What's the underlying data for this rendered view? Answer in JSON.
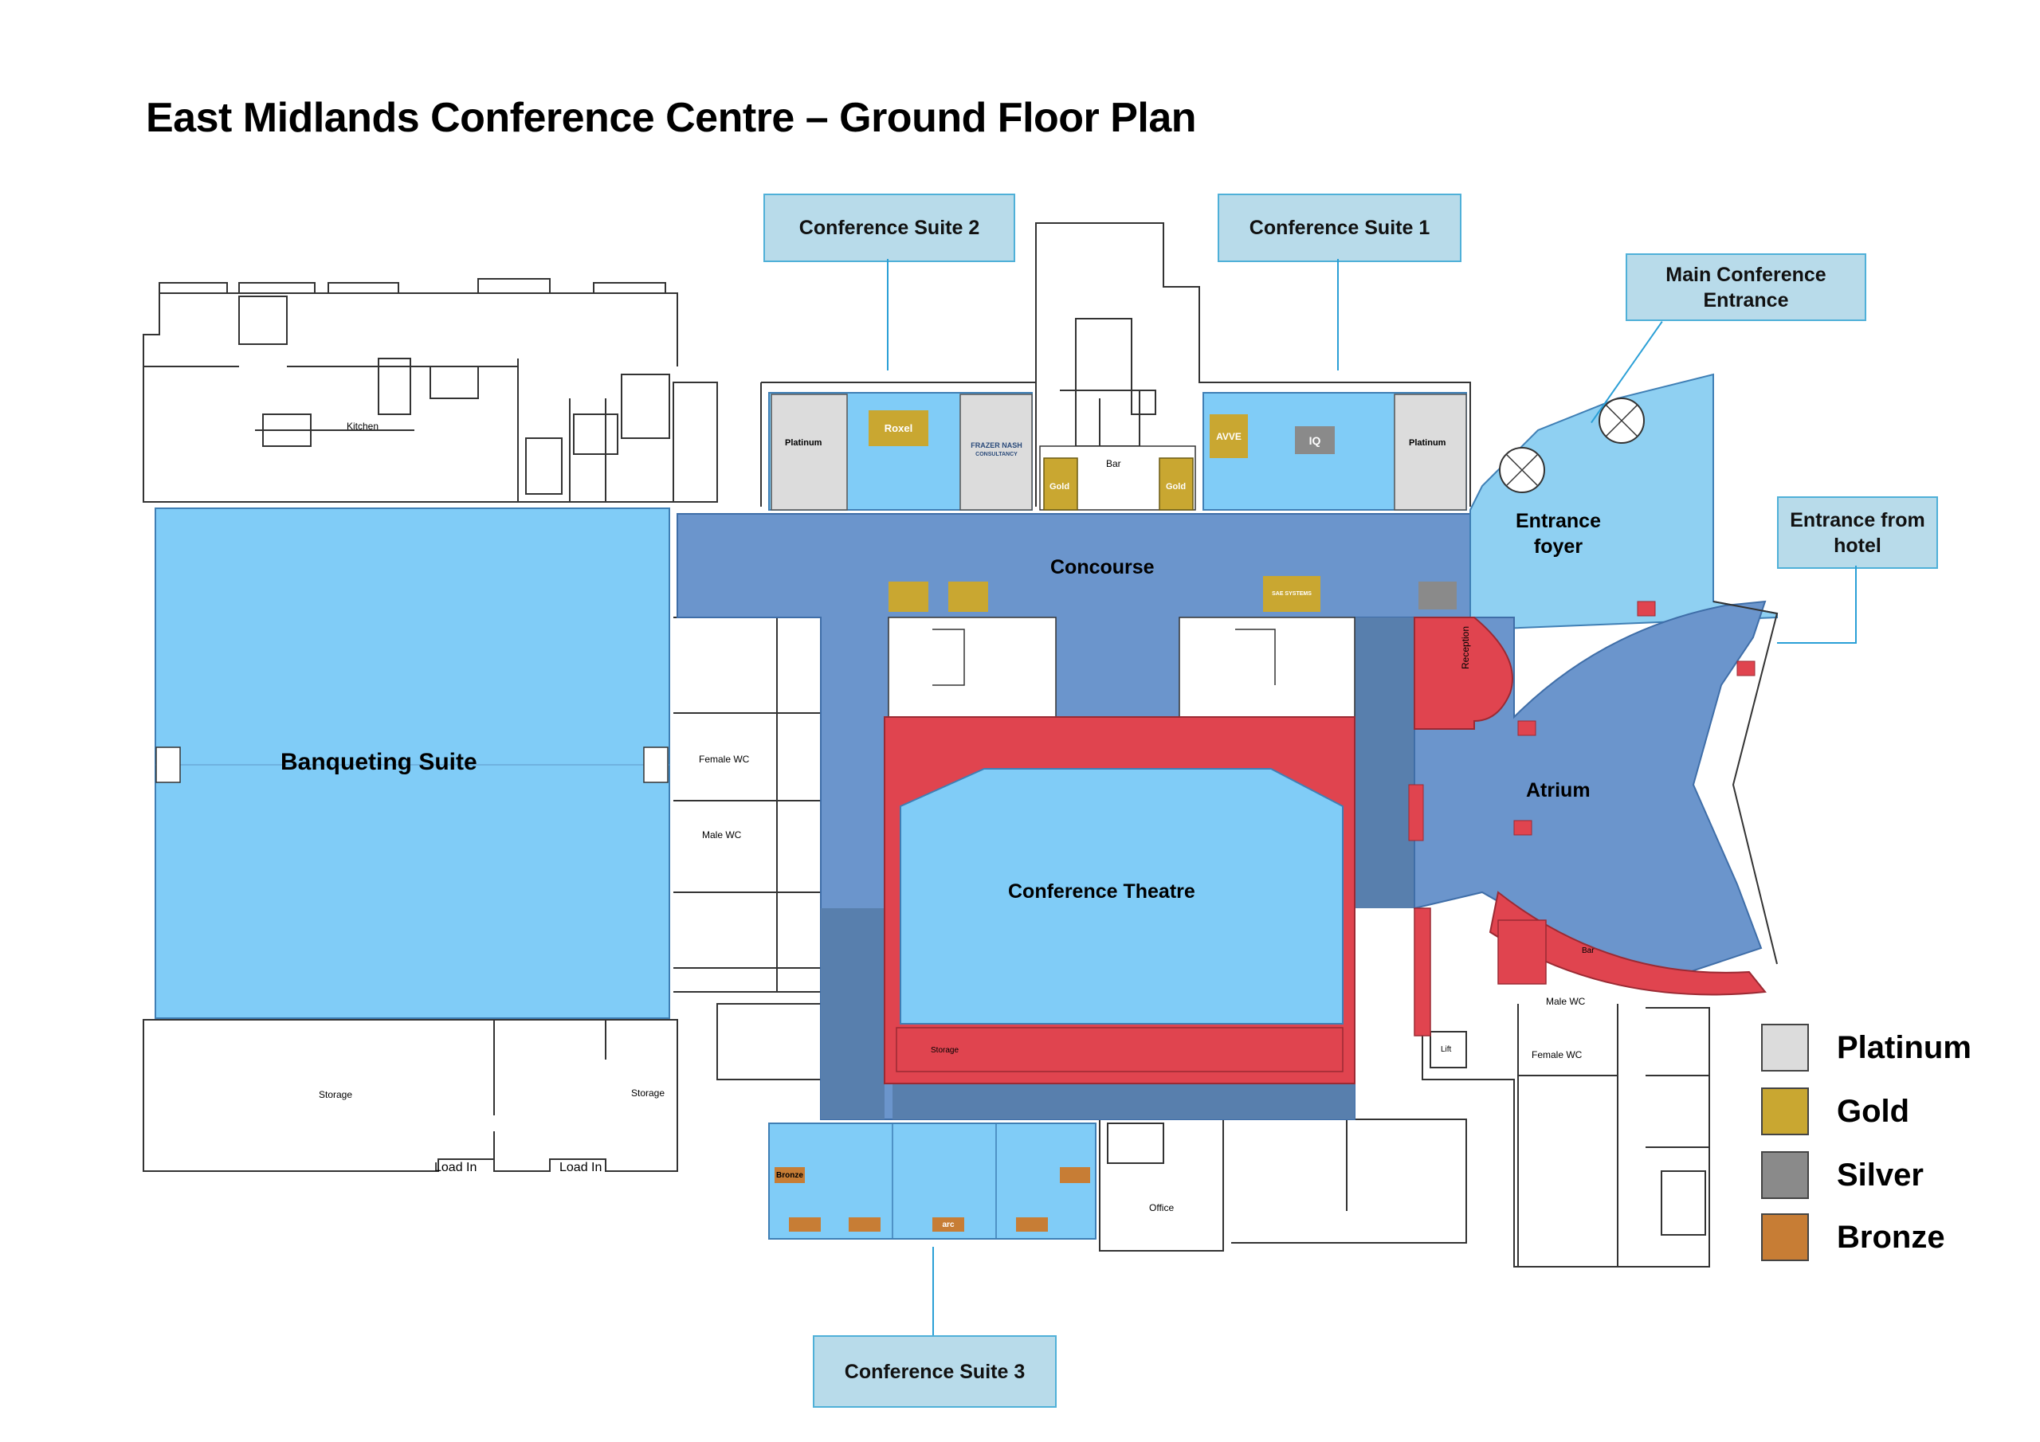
{
  "title": "East Midlands Conference Centre – Ground Floor Plan",
  "callouts": {
    "suite2": "Conference Suite 2",
    "suite1": "Conference Suite 1",
    "main_entrance": "Main Conference Entrance",
    "hotel_entrance": "Entrance from hotel",
    "suite3": "Conference Suite 3"
  },
  "rooms": {
    "kitchen": "Kitchen",
    "banqueting": "Banqueting Suite",
    "storage_left": "Storage",
    "storage_right": "Storage",
    "load_in_1": "Load In",
    "load_in_2": "Load In",
    "female_wc_left": "Female WC",
    "male_wc_left": "Male WC",
    "concourse": "Concourse",
    "theatre": "Conference Theatre",
    "theatre_storage": "Storage",
    "bar_top": "Bar",
    "entrance_foyer": "Entrance foyer",
    "reception": "Reception",
    "atrium": "Atrium",
    "bar_atrium": "Bar",
    "male_wc_right": "Male WC",
    "female_wc_right": "Female WC",
    "lift": "Lift",
    "office": "Office"
  },
  "stands": {
    "platinum_suite2": "Platinum",
    "platinum_suite1": "Platinum",
    "gold_bar_left": "Gold",
    "gold_bar_right": "Gold",
    "bronze_suite3": "Bronze"
  },
  "sponsors": {
    "roxel": "Roxel",
    "frazer_nash": "FRAZER NASH",
    "frazer_nash_sub": "CONSULTANCY",
    "avve": "AVVE",
    "iq": "IQ",
    "sae": "SAE SYSTEMS",
    "arc": "arc"
  },
  "legend": [
    {
      "label": "Platinum",
      "color": "#dcdcdc"
    },
    {
      "label": "Gold",
      "color": "#c9a731"
    },
    {
      "label": "Silver",
      "color": "#8a8a8a"
    },
    {
      "label": "Bronze",
      "color": "#c77d35"
    }
  ],
  "colors": {
    "conference_room": "#80ccf7",
    "circulation": "#6b95cc",
    "circulation_dark": "#587fad",
    "theatre_surround": "#e0444f",
    "foyer": "#8fd0f2",
    "callout_fill": "#b8dbea",
    "leader": "#2a9fd6"
  }
}
